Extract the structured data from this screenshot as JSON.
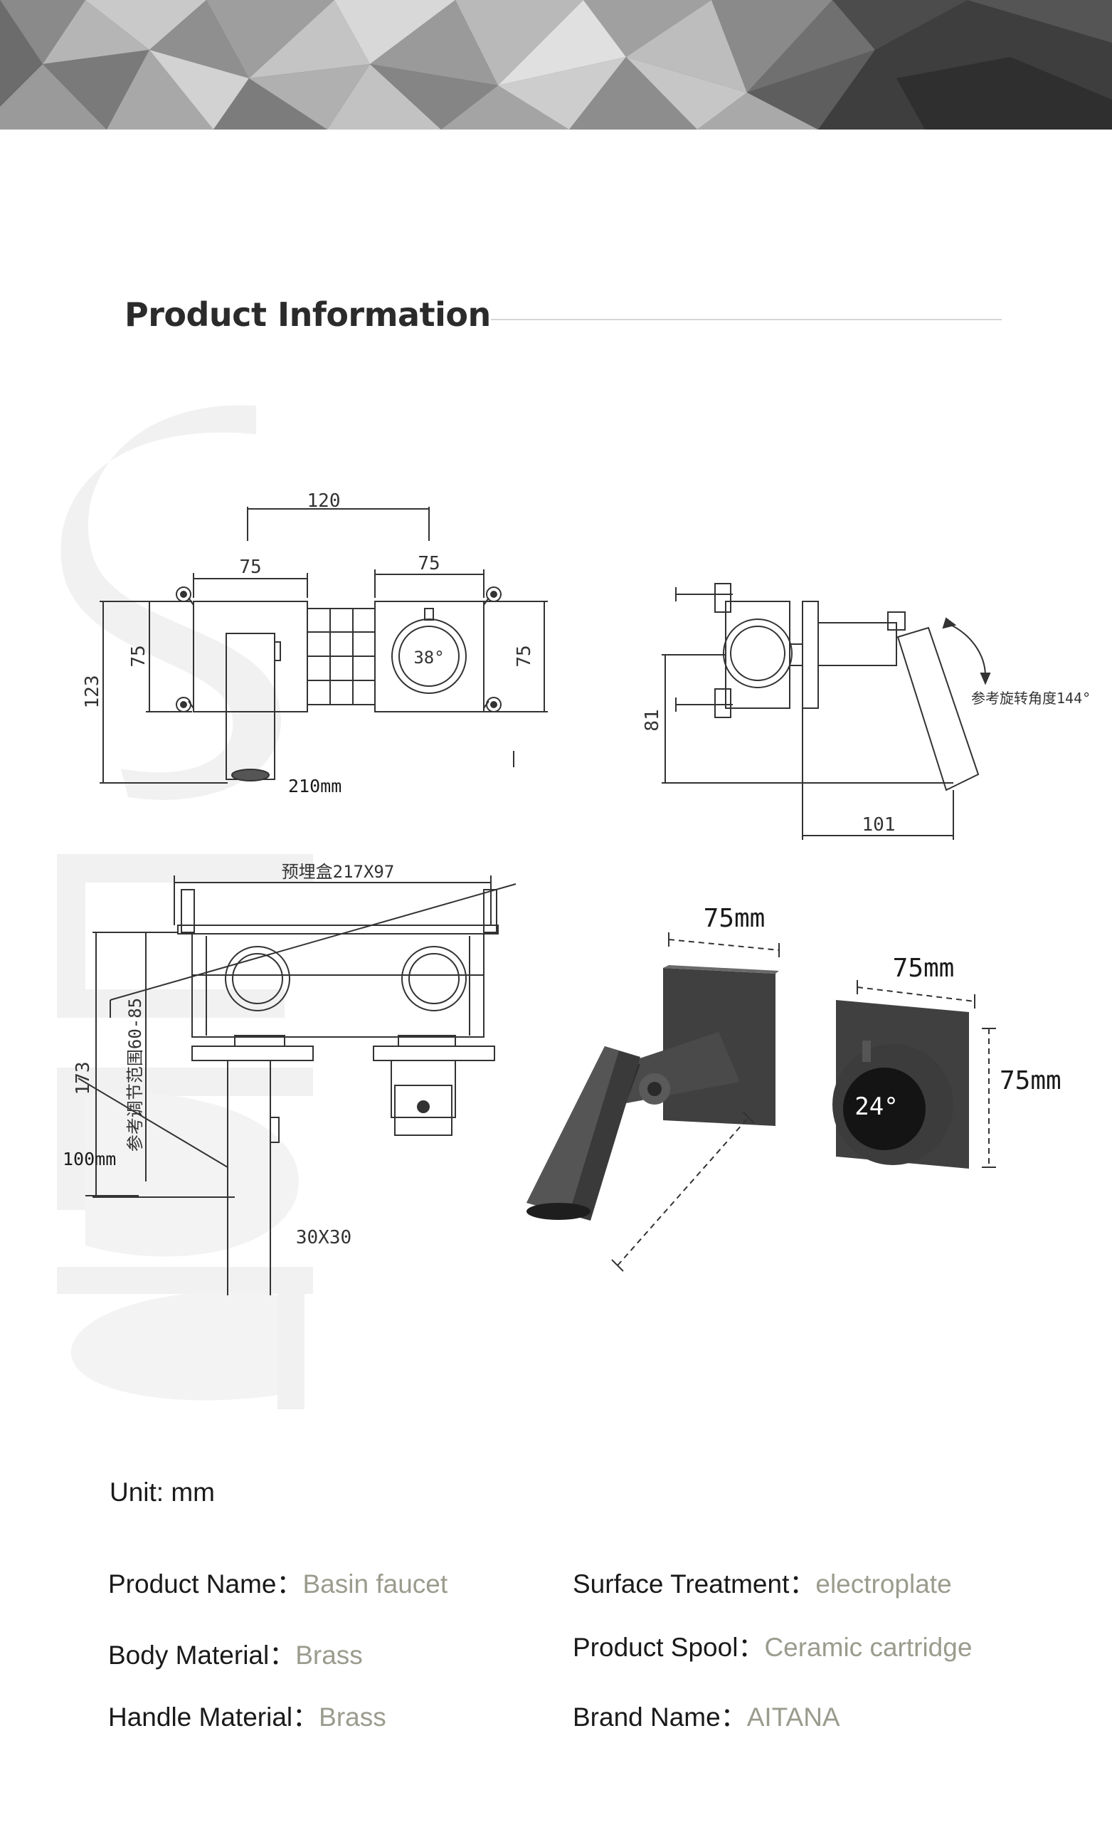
{
  "section": {
    "title": "Product Information"
  },
  "drawing": {
    "front_view": {
      "width_total": "120",
      "left_plate": "75",
      "right_plate": "75",
      "height_total": "123",
      "left_height": "75",
      "right_height": "75",
      "display_temp": "38°",
      "spout_length": "210mm"
    },
    "side_view": {
      "rotation_note": "参考旋转角度144°",
      "height": "81",
      "depth": "101"
    },
    "bottom_view": {
      "box_size": "预埋盒217X97",
      "total_height": "173",
      "adjust_note": "参考调节范围60-85",
      "spout_depth": "100mm",
      "spout_section": "30X30"
    },
    "photo_view": {
      "spout_plate": "75mm",
      "valve_plate_width": "75mm",
      "valve_plate_height": "75mm",
      "display_temp": "24°"
    }
  },
  "specs": {
    "unit": "Unit: mm",
    "items": [
      {
        "key": "Product Name：",
        "value": "Basin faucet"
      },
      {
        "key": "Surface Treatment：",
        "value": "electroplate"
      },
      {
        "key": "Body Material：",
        "value": "Brass"
      },
      {
        "key": "Product Spool：",
        "value": "Ceramic cartridge"
      },
      {
        "key": "Handle Material：",
        "value": "Brass"
      },
      {
        "key": "Brand Name：",
        "value": "AITANA"
      }
    ]
  },
  "colors": {
    "text_dark": "#1a1a1a",
    "text_value": "#9b9b8e",
    "line": "#333333",
    "product_metal": "#3a3a3a"
  }
}
